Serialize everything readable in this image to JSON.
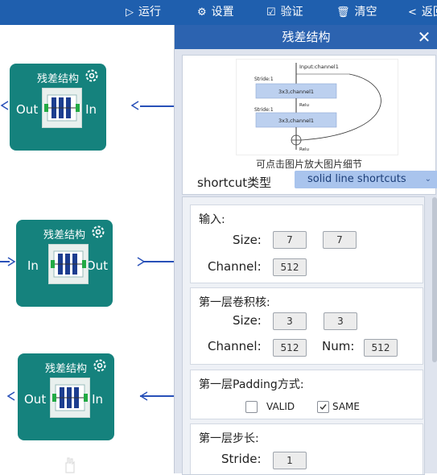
{
  "toolbar": {
    "run": "运行",
    "settings": "设置",
    "validate": "验证",
    "clear": "清空",
    "back": "返回"
  },
  "nodes": [
    {
      "title": "残差结构",
      "left_port": "Out",
      "right_port": "In"
    },
    {
      "title": "残差结构",
      "left_port": "In",
      "right_port": "Out"
    },
    {
      "title": "残差结构",
      "left_port": "Out",
      "right_port": "In"
    }
  ],
  "panel": {
    "title": "残差结构",
    "preview_hint": "可点击图片放大图片细节",
    "diagram": {
      "input_label": "Input:channel1",
      "stride_top": "Stride:1",
      "conv1": "3x3,channel1",
      "relu1": "Relu",
      "stride_mid": "Stride:1",
      "conv2": "3x3,channel1",
      "relu2": "Relu"
    },
    "shortcut_label": "shortcut类型",
    "shortcut_value": "solid line shortcuts",
    "input_section": {
      "title": "输入:",
      "size_label": "Size:",
      "size_values": [
        "7",
        "7"
      ],
      "channel_label": "Channel:",
      "channel_value": "512"
    },
    "conv_section": {
      "title": "第一层卷积核:",
      "size_label": "Size:",
      "size_values": [
        "3",
        "3"
      ],
      "channel_label": "Channel:",
      "channel_value": "512",
      "num_label": "Num:",
      "num_value": "512"
    },
    "padding_section": {
      "title": "第一层Padding方式:",
      "options": [
        {
          "label": "VALID",
          "checked": false
        },
        {
          "label": "SAME",
          "checked": true
        }
      ]
    },
    "stride_section": {
      "title": "第一层步长:",
      "stride_label": "Stride:",
      "stride_value": "1"
    }
  },
  "colors": {
    "topbar": "#1f5fae",
    "node": "#15827d",
    "panel_header": "#2c63b0",
    "select": "#a9c4ed"
  }
}
